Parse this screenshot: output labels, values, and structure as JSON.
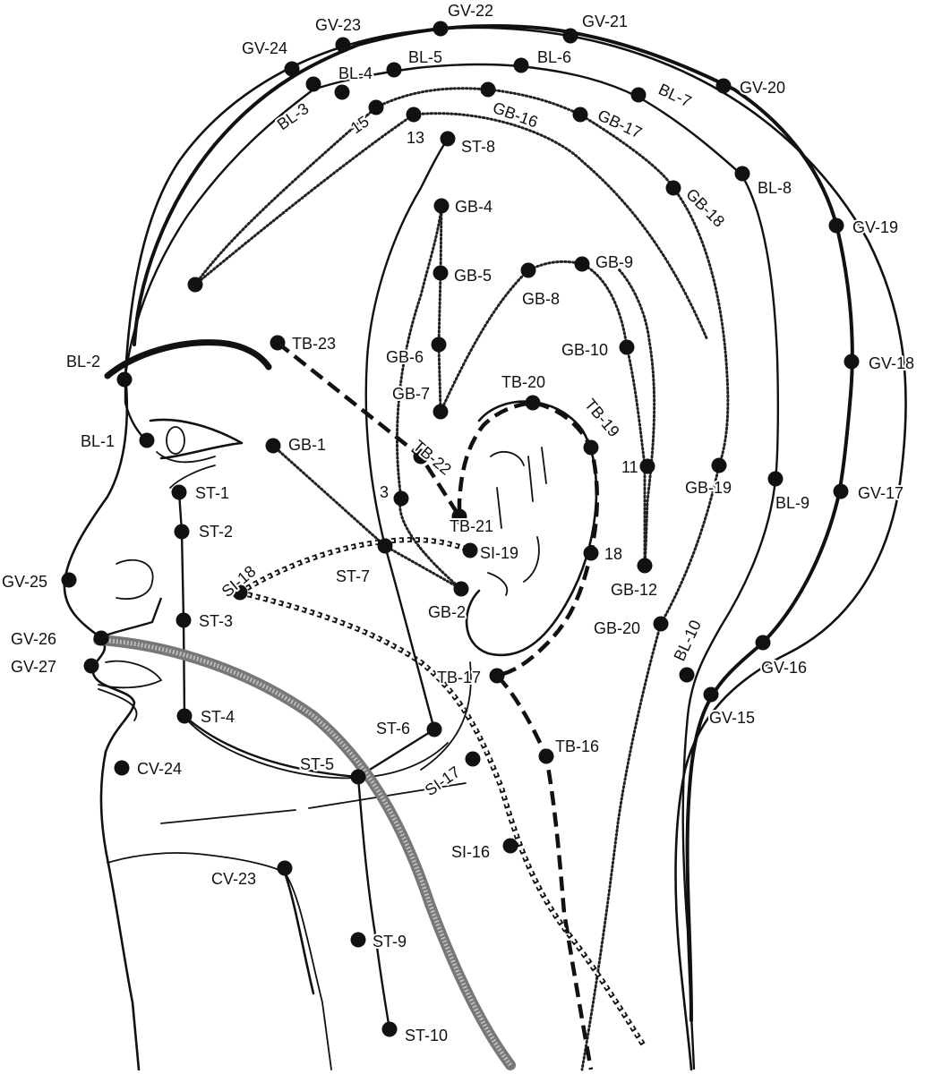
{
  "points": [
    {
      "id": "GV-24",
      "label": "GV-24"
    },
    {
      "id": "GV-23",
      "label": "GV-23"
    },
    {
      "id": "GV-22",
      "label": "GV-22"
    },
    {
      "id": "GV-21",
      "label": "GV-21"
    },
    {
      "id": "GV-20",
      "label": "GV-20"
    },
    {
      "id": "GV-19",
      "label": "GV-19"
    },
    {
      "id": "GV-18",
      "label": "GV-18"
    },
    {
      "id": "GV-17",
      "label": "GV-17"
    },
    {
      "id": "GV-16",
      "label": "GV-16"
    },
    {
      "id": "GV-15",
      "label": "GV-15"
    },
    {
      "id": "GV-25",
      "label": "GV-25"
    },
    {
      "id": "GV-26",
      "label": "GV-26"
    },
    {
      "id": "GV-27",
      "label": "GV-27"
    },
    {
      "id": "BL-1",
      "label": "BL-1"
    },
    {
      "id": "BL-2",
      "label": "BL-2"
    },
    {
      "id": "BL-3",
      "label": "BL-3"
    },
    {
      "id": "BL-4",
      "label": "BL-4"
    },
    {
      "id": "BL-5",
      "label": "BL-5"
    },
    {
      "id": "BL-6",
      "label": "BL-6"
    },
    {
      "id": "BL-7",
      "label": "BL-7"
    },
    {
      "id": "BL-8",
      "label": "BL-8"
    },
    {
      "id": "BL-9",
      "label": "BL-9"
    },
    {
      "id": "BL-10",
      "label": "BL-10"
    },
    {
      "id": "GB-1",
      "label": "GB-1"
    },
    {
      "id": "GB-2",
      "label": "GB-2"
    },
    {
      "id": "GB-3",
      "label": "3"
    },
    {
      "id": "GB-4",
      "label": "GB-4"
    },
    {
      "id": "GB-5",
      "label": "GB-5"
    },
    {
      "id": "GB-6",
      "label": "GB-6"
    },
    {
      "id": "GB-7",
      "label": "GB-7"
    },
    {
      "id": "GB-8",
      "label": "GB-8"
    },
    {
      "id": "GB-9",
      "label": "GB-9"
    },
    {
      "id": "GB-10",
      "label": "GB-10"
    },
    {
      "id": "GB-11",
      "label": "11"
    },
    {
      "id": "GB-12",
      "label": "GB-12"
    },
    {
      "id": "GB-13",
      "label": "13"
    },
    {
      "id": "GB-14",
      "label": ""
    },
    {
      "id": "GB-15",
      "label": "15"
    },
    {
      "id": "GB-16",
      "label": "GB-16"
    },
    {
      "id": "GB-17",
      "label": "GB-17"
    },
    {
      "id": "GB-18",
      "label": "GB-18"
    },
    {
      "id": "GB-19",
      "label": "GB-19"
    },
    {
      "id": "GB-20",
      "label": "GB-20"
    },
    {
      "id": "TB-16",
      "label": "TB-16"
    },
    {
      "id": "TB-17",
      "label": "TB-17"
    },
    {
      "id": "TB-18",
      "label": "18"
    },
    {
      "id": "TB-19",
      "label": "TB-19"
    },
    {
      "id": "TB-20",
      "label": "TB-20"
    },
    {
      "id": "TB-21",
      "label": "TB-21"
    },
    {
      "id": "TB-22",
      "label": "TB-22"
    },
    {
      "id": "TB-23",
      "label": "TB-23"
    },
    {
      "id": "SI-16",
      "label": "SI-16"
    },
    {
      "id": "SI-17",
      "label": "SI-17"
    },
    {
      "id": "SI-18",
      "label": "SI-18"
    },
    {
      "id": "SI-19",
      "label": "SI-19"
    },
    {
      "id": "ST-1",
      "label": "ST-1"
    },
    {
      "id": "ST-2",
      "label": "ST-2"
    },
    {
      "id": "ST-3",
      "label": "ST-3"
    },
    {
      "id": "ST-4",
      "label": "ST-4"
    },
    {
      "id": "ST-5",
      "label": "ST-5"
    },
    {
      "id": "ST-6",
      "label": "ST-6"
    },
    {
      "id": "ST-7",
      "label": "ST-7"
    },
    {
      "id": "ST-8",
      "label": "ST-8"
    },
    {
      "id": "ST-9",
      "label": "ST-9"
    },
    {
      "id": "ST-10",
      "label": "ST-10"
    },
    {
      "id": "CV-23",
      "label": "CV-23"
    },
    {
      "id": "CV-24",
      "label": "CV-24"
    }
  ]
}
